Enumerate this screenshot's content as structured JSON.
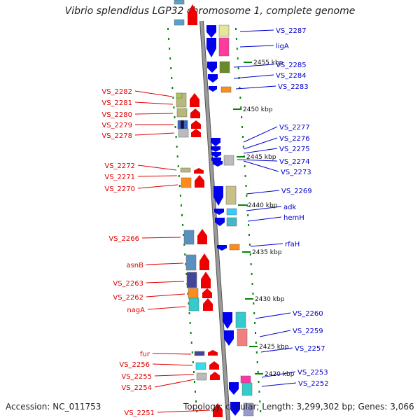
{
  "title": "Vibrio splendidus LGP32 chromosome 1, complete genome",
  "footer": {
    "accession": "Accession: NC_011753",
    "topology": "Topology: circular; Length: 3,299,302 bp; Genes: 3,066"
  },
  "colors": {
    "backbone": "#9a9a9a",
    "left_label": "#e00000",
    "right_label": "#0000cc",
    "ruler_dash": "#008800",
    "forward_arrow": "#ee0000",
    "reverse_arrow": "#0000ee"
  },
  "ruler_ticks": [
    "2455 kbp",
    "2450 kbp",
    "2445 kbp",
    "2440 kbp",
    "2435 kbp",
    "2430 kbp",
    "2425 kbp",
    "2420 kbp"
  ],
  "left_genes": [
    "VS_2282",
    "VS_2281",
    "VS_2280",
    "VS_2279",
    "VS_2278",
    "VS_2272",
    "VS_2271",
    "VS_2270",
    "VS_2266",
    "asnB",
    "VS_2263",
    "VS_2262",
    "nagA",
    "fur",
    "VS_2256",
    "VS_2255",
    "VS_2254",
    "VS_2251"
  ],
  "right_genes": [
    "VS_2287",
    "ligA",
    "VS_2285",
    "VS_2284",
    "VS_2283",
    "VS_2277",
    "VS_2276",
    "VS_2275",
    "VS_2274",
    "VS_2273",
    "VS_2269",
    "adk",
    "hemH",
    "rfaH",
    "VS_2260",
    "VS_2259",
    "VS_2257",
    "VS_2253",
    "VS_2252"
  ]
}
